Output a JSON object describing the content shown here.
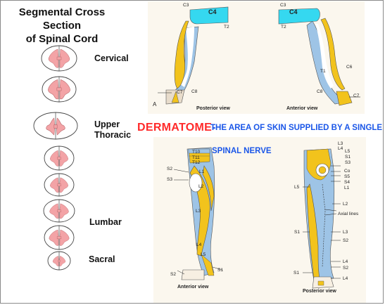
{
  "title_line1": "Segmental Cross Section",
  "title_line2": "of Spinal Cord",
  "levels": {
    "cervical": "Cervical",
    "upper_thoracic_1": "Upper",
    "upper_thoracic_2": "Thoracic",
    "lumbar": "Lumbar",
    "sacral": "Sacral"
  },
  "heading": {
    "main": "DERMATOME",
    "dash": "-",
    "sub_line1": "THE AREA OF SKIN SUPPLIED BY A SINGLE",
    "sub_line2": "SPINAL NERVE"
  },
  "arm_posterior": {
    "labels": {
      "c3": "C3",
      "c4": "C4",
      "t2": "T2",
      "c7": "C7",
      "c8": "C8",
      "a": "A"
    },
    "view": "Posterior view"
  },
  "arm_anterior": {
    "labels": {
      "c3": "C3",
      "c4": "C4",
      "t2": "T2",
      "t1": "T1",
      "c6": "C6",
      "c8": "C8",
      "c7": "C7"
    },
    "view": "Anterior view"
  },
  "leg_anterior": {
    "labels": {
      "t10": "T10",
      "t11": "T11",
      "t12": "T12",
      "s2": "S2",
      "s3": "S3",
      "l1": "L1",
      "l2": "L2",
      "l3": "L3",
      "l4": "L4",
      "l5": "L5",
      "s1": "S1",
      "s2b": "S2"
    },
    "view": "Anterior view"
  },
  "leg_posterior": {
    "labels": {
      "l3": "L3",
      "l4": "L4",
      "l5": "L5",
      "s1": "S1",
      "s3": "S3",
      "co": "Co",
      "s5": "S5",
      "s4": "S4",
      "l1": "L1",
      "l5b": "L5",
      "l2": "L2",
      "axial": "Axial lines",
      "s1b": "S1",
      "l3b": "L3",
      "s2": "S2",
      "l4b": "L4",
      "s1c": "S1",
      "s2b": "S2",
      "l4c": "L4"
    },
    "view": "Posterior view"
  },
  "colors": {
    "cord_fill": "#f3a3a6",
    "cord_outline": "#444444",
    "dermatome_blue": "#9ec4e6",
    "dermatome_cyan": "#35d8f0",
    "dermatome_yellow": "#f2c31c",
    "heading_red": "#ff2a2a",
    "heading_blue": "#1a56e8"
  }
}
